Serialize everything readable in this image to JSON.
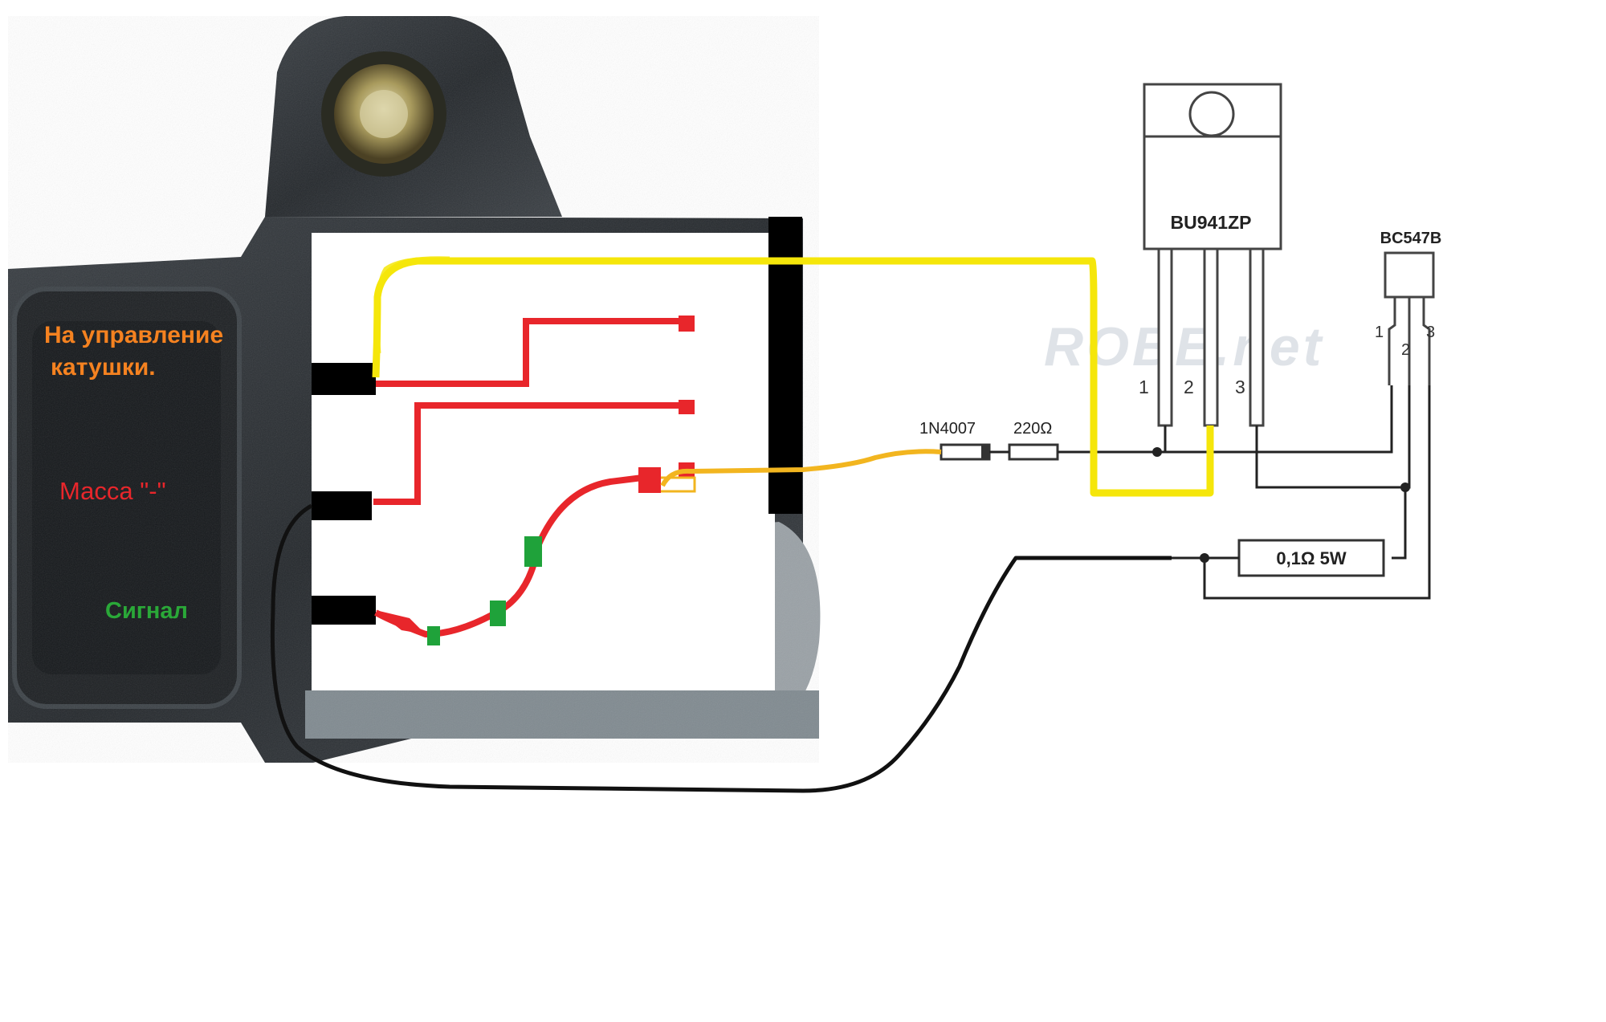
{
  "labels": {
    "coil_control_line1": "На управление",
    "coil_control_line2": "катушки.",
    "ground": "Масса \"-\"",
    "signal": "Сигнал"
  },
  "components": {
    "power_transistor": {
      "name": "BU941ZP",
      "pins": [
        "1",
        "2",
        "3"
      ]
    },
    "small_transistor": {
      "name": "BC547B",
      "pins": [
        "1",
        "2",
        "3"
      ]
    },
    "diode": {
      "name": "1N4007"
    },
    "base_resistor": {
      "name": "220Ω"
    },
    "sense_resistor": {
      "name": "0,1Ω 5W"
    }
  },
  "watermark": "ROBE.net",
  "colors": {
    "coil_control": "#f58220",
    "ground_label": "#e8262b",
    "signal_label": "#2aa838",
    "wire_yellow": "#f5e60a",
    "wire_orange": "#f2b51f",
    "wire_red": "#e8262b",
    "wire_black": "#111111",
    "marker_green": "#1fa23a",
    "module_body": "#2b2f33"
  }
}
